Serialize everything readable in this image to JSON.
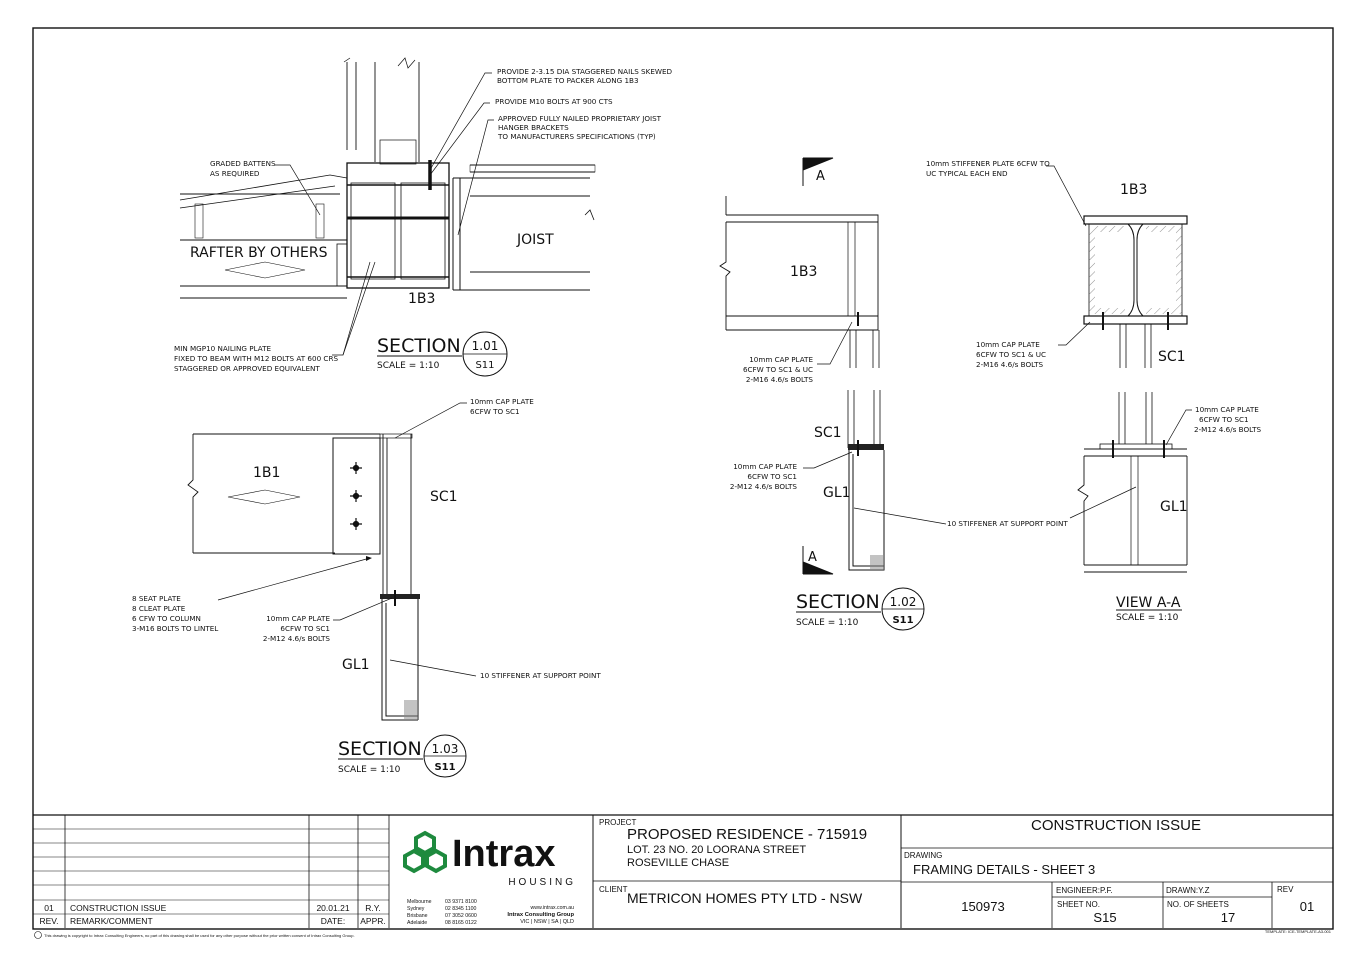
{
  "notes": {
    "n1": "PROVIDE 2-3.15 DIA STAGGERED NAILS SKEWED",
    "n1b": "BOTTOM PLATE TO PACKER ALONG 1B3",
    "n2": "PROVIDE M10 BOLTS AT 900 CTS",
    "n3a": "APPROVED FULLY NAILED PROPRIETARY JOIST",
    "n3b": "HANGER BRACKETS",
    "n3c": "TO MANUFACTURERS SPECIFICATIONS (TYP)",
    "n4a": "GRADED BATTENS",
    "n4b": "AS REQUIRED",
    "rafter": "RAFTER BY OTHERS",
    "joist": "JOIST",
    "b1b3": "1B3",
    "n5a": "MIN MGP10 NAILING PLATE",
    "n5b": "FIXED TO BEAM WITH M12 BOLTS AT 600 CRS",
    "n5c": "STAGGERED OR APPROVED EQUIVALENT",
    "n6a": "10mm CAP PLATE",
    "n6b": "6CFW TO SC1",
    "b1b1": "1B1",
    "sc1": "SC1",
    "n7a": "8 SEAT PLATE",
    "n7b": "8 CLEAT PLATE",
    "n7c": "6 CFW TO COLUMN",
    "n7d": "3-M16 BOLTS TO LINTEL",
    "n8a": "10mm CAP PLATE",
    "n8b": "6CFW TO SC1",
    "n8c": "2-M12 4.6/s BOLTS",
    "gl1": "GL1",
    "n9": "10 STIFFENER AT SUPPORT POINT",
    "secA": "A",
    "n10a": "10mm CAP PLATE",
    "n10b": "6CFW TO SC1 & UC",
    "n10c": "2-M16 4.6/s BOLTS",
    "n11a": "10mm CAP PLATE",
    "n11b": "6CFW TO SC1",
    "n11c": "2-M12 4.6/s BOLTS",
    "n12a": "10mm STIFFENER PLATE 6CFW TO",
    "n12b": "UC TYPICAL EACH END",
    "n13a": "10mm CAP PLATE",
    "n13b": "6CFW TO SC1 & UC",
    "n13c": "2-M16 4.6/s BOLTS",
    "n14a": "10mm CAP PLATE",
    "n14b": "6CFW TO SC1",
    "n14c": "2-M12 4.6/s BOLTS"
  },
  "sections": {
    "s101": {
      "word": "SECTION",
      "num": "1.01",
      "sheet": "S11",
      "scale": "SCALE = 1:10"
    },
    "s102": {
      "word": "SECTION",
      "num": "1.02",
      "sheet": "S11",
      "scale": "SCALE = 1:10"
    },
    "s103": {
      "word": "SECTION",
      "num": "1.03",
      "sheet": "S11",
      "scale": "SCALE = 1:10"
    },
    "viewaa": {
      "word": "VIEW A-A",
      "scale": "SCALE = 1:10"
    }
  },
  "revisions": {
    "rows": [
      {
        "rev": "01",
        "remark": "CONSTRUCTION ISSUE",
        "date": "20.01.21",
        "appr": "R.Y."
      }
    ],
    "headers": {
      "rev": "REV.",
      "remark": "REMARK/COMMENT",
      "date": "DATE:",
      "appr": "APPR."
    }
  },
  "logo": {
    "name": "Intrax",
    "sub": "HOUSING",
    "offices": [
      "Melbourne",
      "Sydney",
      "Brisbane",
      "Adelaide"
    ],
    "phones": [
      "03 9371 8100",
      "02 8345 1100",
      "07 3052 0600",
      "08 8165 0122"
    ],
    "web": "www.intrax.com.au",
    "group": "Intrax Consulting Group",
    "states": "VIC | NSW | SA | QLD"
  },
  "title_block": {
    "project_label": "PROJECT",
    "project": "PROPOSED RESIDENCE - 715919",
    "address1": "LOT. 23 NO. 20 LOORANA STREET",
    "address2": "ROSEVILLE CHASE",
    "client_label": "CLIENT",
    "client": "METRICON HOMES PTY LTD - NSW",
    "issue": "CONSTRUCTION ISSUE",
    "drawing_label": "DRAWING",
    "drawing": "FRAMING DETAILS - SHEET 3",
    "job": "150973",
    "engineer": "ENGINEER:P.F.",
    "drawn": "DRAWN:Y.Z",
    "rev_label": "REV",
    "rev": "01",
    "sheet_no_label": "SHEET NO.",
    "sheet_no": "S15",
    "no_sheets_label": "NO. OF SHEETS",
    "no_sheets": "17"
  },
  "footer": {
    "copyright": "This drawing is copyright to Intrax Consulting Engineers, no part of this drawing shall be used for any other purpose without the prior written consent of Intrax Consulting Group.",
    "template": "TEMPLATE: ICE-TEMPLATE-A3-001"
  }
}
